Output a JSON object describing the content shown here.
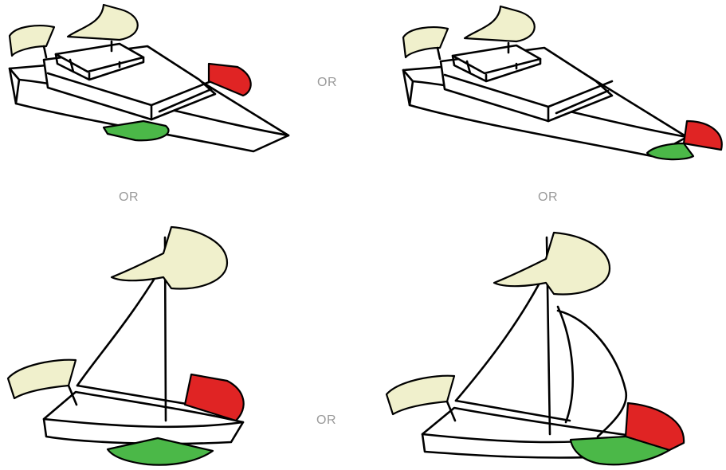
{
  "separators": {
    "top_middle": "OR",
    "left_middle": "OR",
    "right_middle": "OR",
    "bottom_middle": "OR"
  },
  "colors": {
    "masthead_light": "#f0f0cc",
    "stern_light": "#f0f0cc",
    "port_light": "#e02424",
    "starboard_light": "#4bb848",
    "outline": "#000000",
    "label": "#9a9a9a"
  },
  "scenes": [
    {
      "vessel": "power-vessel",
      "lights": [
        "masthead",
        "stern",
        "port",
        "starboard"
      ]
    },
    {
      "vessel": "power-vessel",
      "lights": [
        "masthead",
        "stern",
        "combined-bicolor"
      ]
    },
    {
      "vessel": "sailing-vessel",
      "lights": [
        "masthead",
        "stern",
        "port",
        "starboard"
      ]
    },
    {
      "vessel": "sailing-vessel",
      "lights": [
        "masthead",
        "stern",
        "combined-bicolor"
      ]
    }
  ]
}
